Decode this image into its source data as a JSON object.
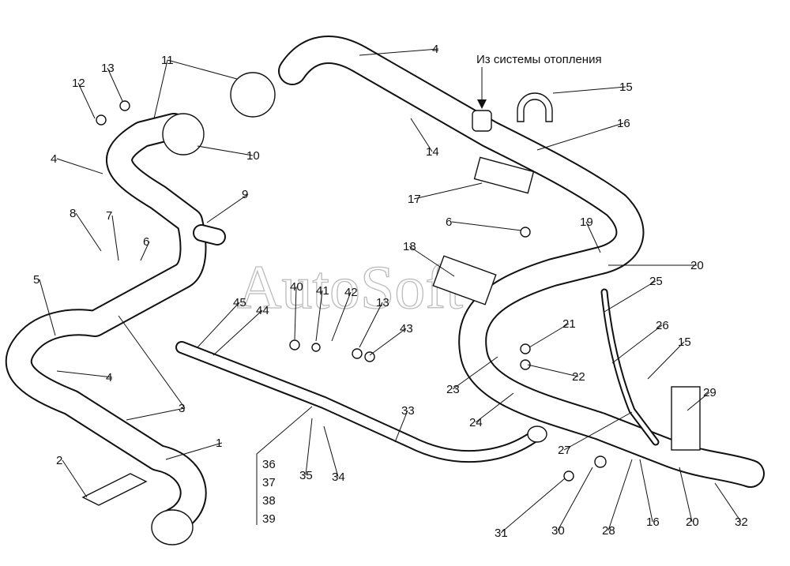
{
  "caption": "Из системы отопления",
  "watermark": "AutoSoft",
  "callouts": [
    "11",
    "12",
    "13",
    "4",
    "10",
    "9",
    "8",
    "7",
    "6",
    "5",
    "4",
    "3",
    "1",
    "2",
    "4",
    "15",
    "16",
    "14",
    "17",
    "6",
    "19",
    "18",
    "20",
    "25",
    "45",
    "44",
    "40",
    "41",
    "42",
    "13",
    "43",
    "21",
    "26",
    "15",
    "22",
    "23",
    "29",
    "24",
    "33",
    "27",
    "35",
    "34",
    "31",
    "30",
    "28",
    "16",
    "20",
    "32"
  ],
  "stacked_callouts": [
    "36",
    "37",
    "38",
    "39"
  ]
}
